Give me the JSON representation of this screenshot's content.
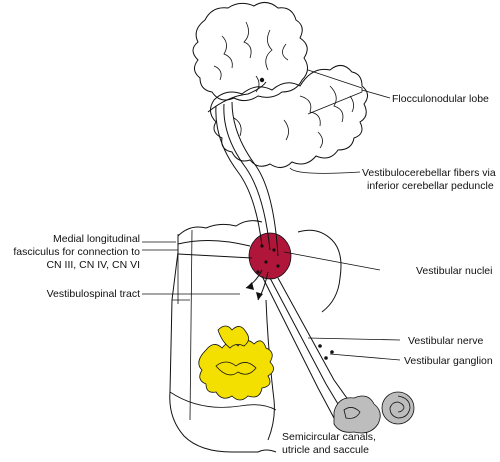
{
  "colors": {
    "cerebellum_fill": "#f6efa6",
    "nuclei_fill": "#b0163a",
    "olive_fill": "#f4e000",
    "ear_fill": "#bdbdbd",
    "line": "#111111"
  },
  "labels": {
    "flocculonodular": "Flocculonodular lobe",
    "vcf_line1": "Vestibulocerebellar fibers via",
    "vcf_line2": "inferior cerebellar peduncle",
    "mlf_line1": "Medial longitudinal",
    "mlf_line2": "fasciculus for connection to",
    "mlf_line3": "CN III, CN IV, CN VI",
    "vestibulospinal": "Vestibulospinal tract",
    "vestibular_nuclei": "Vestibular nuclei",
    "vestibular_nerve": "Vestibular nerve",
    "vestibular_ganglion": "Vestibular ganglion",
    "canals_line1": "Semicircular canals,",
    "canals_line2": "utricle and saccule"
  }
}
